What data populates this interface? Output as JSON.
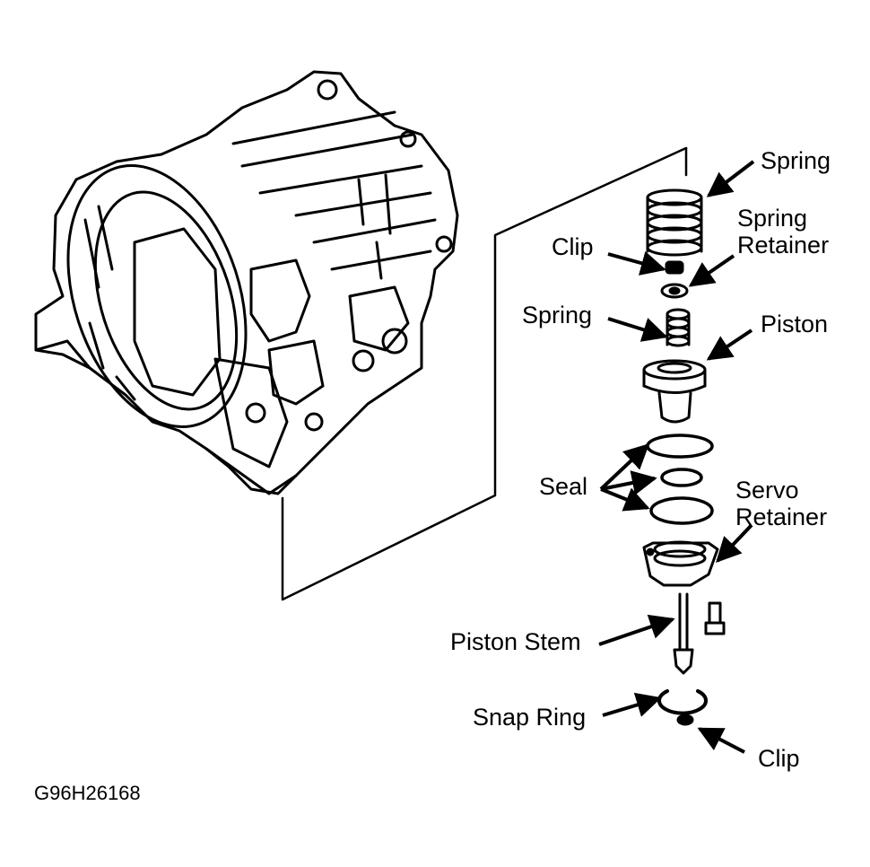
{
  "labels": {
    "spring_top": "Spring",
    "spring_retainer_1": "Spring",
    "spring_retainer_2": "Retainer",
    "clip_top": "Clip",
    "spring_mid": "Spring",
    "piston": "Piston",
    "seal": "Seal",
    "servo_retainer_1": "Servo",
    "servo_retainer_2": "Retainer",
    "piston_stem": "Piston Stem",
    "snap_ring": "Snap Ring",
    "clip_bottom": "Clip"
  },
  "figure_code": "G96H26168"
}
